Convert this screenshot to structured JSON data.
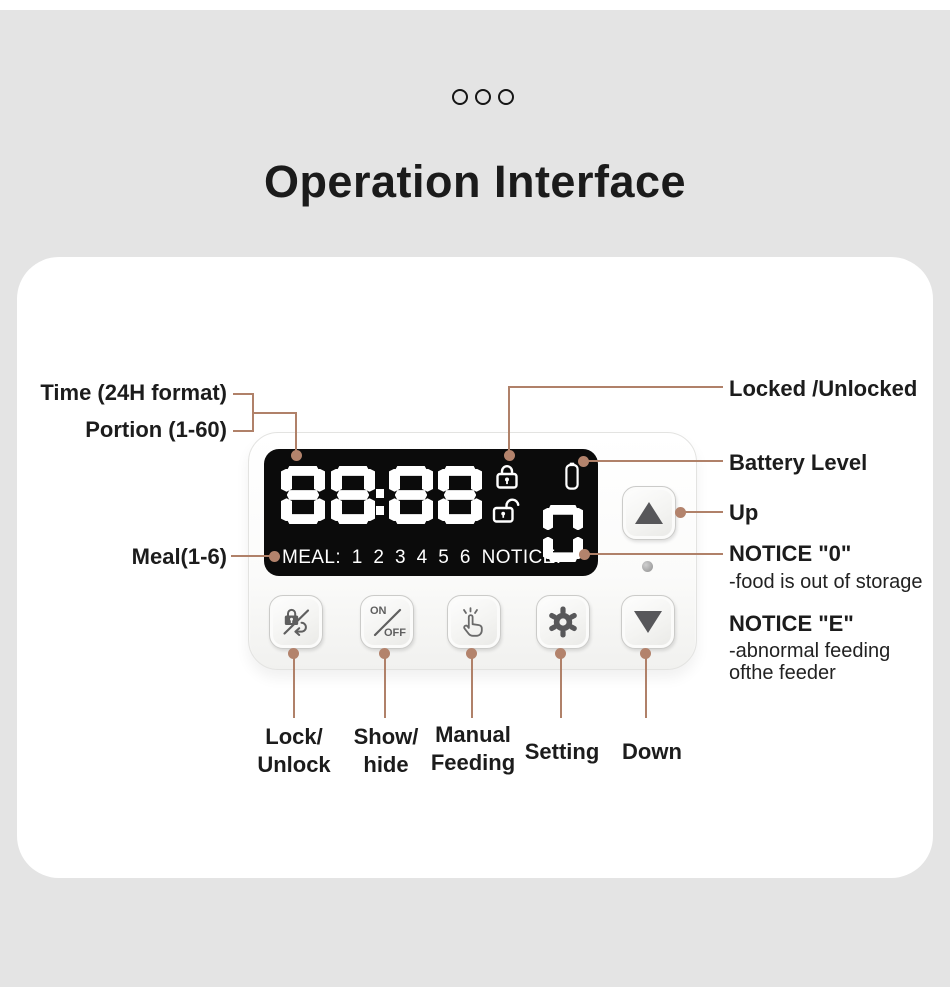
{
  "header": {
    "title": "Operation Interface"
  },
  "device": {
    "display": {
      "time_digits": [
        "8",
        "8",
        "8",
        "8"
      ],
      "notice_digit": "0",
      "status_row": "MEAL: 1 2 3 4 5 6 NOTICE:"
    },
    "buttons": {
      "on": "ON",
      "off": "OFF"
    }
  },
  "callouts": {
    "time": "Time (24H format)",
    "portion": "Portion (1-60)",
    "meal": "Meal(1-6)",
    "locked": "Locked /Unlocked",
    "battery": "Battery Level",
    "up": "Up",
    "notice0_title": "NOTICE \"0\"",
    "notice0_desc": "-food is out of storage",
    "noticeE_title": "NOTICE \"E\"",
    "noticeE_desc_line1": "-abnormal feeding",
    "noticeE_desc_line2": "ofthe feeder",
    "lock_line1": "Lock/",
    "lock_line2": "Unlock",
    "show_line1": "Show/",
    "show_line2": "hide",
    "manual_line1": "Manual",
    "manual_line2": "Feeding",
    "setting": "Setting",
    "down": "Down"
  },
  "icons": {
    "header_dots": "three-circle-ellipsis",
    "locked": "padlock-closed-icon",
    "unlocked": "padlock-open-icon",
    "battery": "battery-vertical-icon",
    "lock_unlock_button": "padlock-slash-undo-icon",
    "power_button": "on-off-slash",
    "manual_button": "tap-hand-icon",
    "setting_button": "gear-icon",
    "up_button": "triangle-up-icon",
    "down_button": "triangle-down-icon",
    "indicator": "led-dot"
  },
  "colors": {
    "background": "#e4e4e4",
    "card": "#ffffff",
    "connector": "#b08169",
    "display_bg": "#0b0b0b",
    "display_fg": "#ffffff",
    "text": "#1c1c1c",
    "icon_gray": "#5f5f5f"
  }
}
